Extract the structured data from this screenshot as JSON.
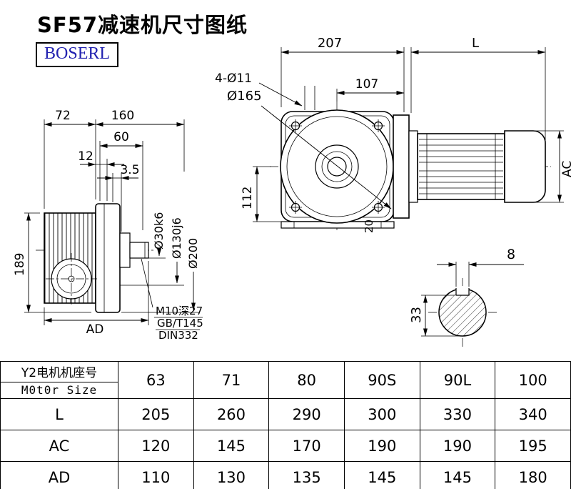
{
  "page": {
    "title": "SF57减速机尺寸图纸",
    "logo": "BOSERL"
  },
  "drawing": {
    "left_view": {
      "dim_72": "72",
      "dim_160": "160",
      "dim_60": "60",
      "dim_12": "12",
      "dim_3_5": "3.5",
      "dim_189": "189",
      "dim_ad": "AD",
      "dia_shaft": "Ø30k6",
      "dia_spigot": "Ø130j6",
      "dia_flange": "Ø200",
      "note_line1": "M10深27",
      "note_line2": "GB/T145",
      "note_line3": "DIN332"
    },
    "front_view": {
      "dim_207": "207",
      "dim_107": "107",
      "holes": "4-Ø11",
      "dia_165": "Ø165",
      "dim_112": "112",
      "dim_20": "20"
    },
    "right_view": {
      "dim_l": "L",
      "dim_ac": "AC"
    },
    "shaft_section": {
      "dim_8": "8",
      "dim_33": "33"
    }
  },
  "table": {
    "header": {
      "label_line1": "Y2电机机座号",
      "label_line2": "M0t0r Size",
      "sizes": [
        "63",
        "71",
        "80",
        "90S",
        "90L",
        "100"
      ]
    },
    "rows": [
      {
        "label": "L",
        "values": [
          "205",
          "260",
          "290",
          "300",
          "330",
          "340"
        ]
      },
      {
        "label": "AC",
        "values": [
          "120",
          "145",
          "170",
          "190",
          "190",
          "195"
        ]
      },
      {
        "label": "AD",
        "values": [
          "110",
          "130",
          "135",
          "145",
          "145",
          "180"
        ]
      }
    ]
  }
}
